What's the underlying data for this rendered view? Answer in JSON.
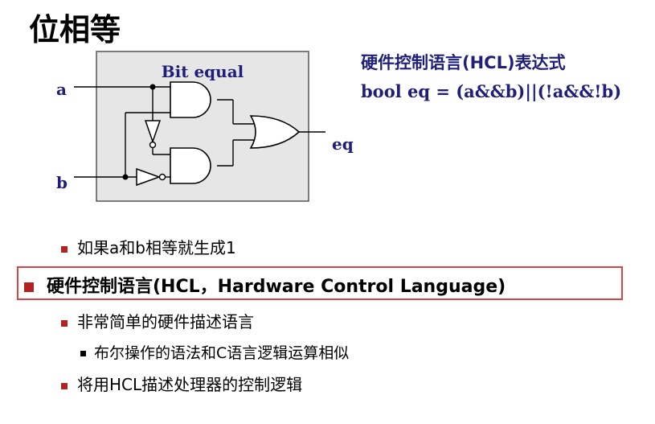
{
  "slide": {
    "title": "位相等",
    "diagram": {
      "label": "Bit equal",
      "input_a": "a",
      "input_b": "b",
      "output": "eq"
    },
    "hcl": {
      "heading": "硬件控制语言(HCL)表达式",
      "expression": "bool eq = (a&&b)||(!a&&!b)"
    },
    "bullets": {
      "item1": "如果a和b相等就生成1",
      "item2": "硬件控制语言(HCL，Hardware Control Language)",
      "item3": "非常简单的硬件描述语言",
      "item3_sub": "布尔操作的语法和C语言逻辑运算相似",
      "item4": "将用HCL描述处理器的控制逻辑"
    },
    "colors": {
      "hcl_text": "#1f1f7a",
      "bullet_marker": "#b22222",
      "highlight_border": "#d64545",
      "diagram_bg": "#e6e6e6"
    }
  }
}
